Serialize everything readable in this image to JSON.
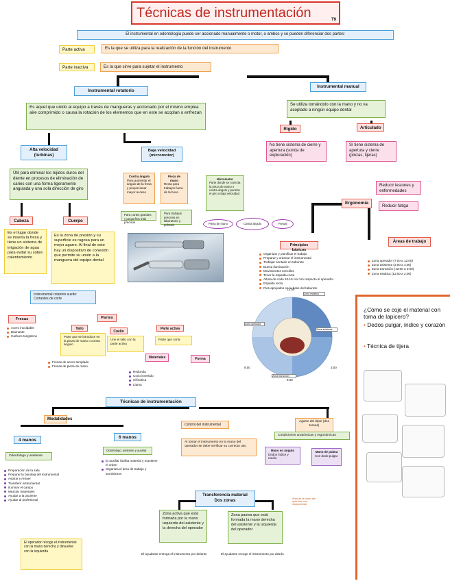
{
  "title": "Técnicas de instrumentación",
  "title_tag": "T9",
  "intro": "El instrumental en odontología puede ser accionado manualmente o motor, o ambos y se pueden diferenciar dos partes:",
  "parts": {
    "active_label": "Parte activa",
    "active_text": "Es la que se utiliza para la realización de la función del instrumento",
    "inactive_label": "Parte inactiva",
    "inactive_text": "Es la que sirve para sujetar el instrumento"
  },
  "rotary": {
    "title": "Instrumental rotatorio",
    "definition": "Es aquel que unido al equipo a través de mangueras y accionado por el mismo emplea aire comprimido o causa la rotación de los elementos que en este se acoplan o enfrezan",
    "high_speed_title": "Alta velocidad (turbinas)",
    "high_speed_text": "Útil para eliminar los tejidos duros del diente en procesos de eliminación de caries con una forma ligeramente angulada y una sola dirección de giro",
    "low_speed_title": "Baja velocidad (micromotor)",
    "head_title": "Cabeza",
    "head_text": "Es el lugar donde se inserta la fresa y tiene un sistema de irrigación de agua para evitar su sobre calentamiento",
    "body_title": "Cuerpo",
    "body_text": "Es la zona de presión y su superficie es rugosa para un mejor agarre. Al final de este hay un dispositivo de conexión que permite su unión a la manguera del equipo dental",
    "contra_title": "Contra ángulo",
    "contra_text": "Para aumentar el ángulo de la fresa y proporcionar mayor acceso",
    "straight_title": "Pieza de mano",
    "straight_text": "Recta para trabajos fuera de la boca",
    "micromotor_title": "Micromotor",
    "micromotor_text": "Parte donde se conecta la pieza de mano o contra ángulo y permite el giro a baja velocidad",
    "note_left": "Para cortes grandes y pequeños más precisos",
    "note_right": "Para trabajos precisos en laboratorio y prótesis",
    "oval1": "Pieza de mano",
    "oval2": "Contra ángulo",
    "oval3": "Fresas"
  },
  "manual": {
    "title": "Instrumental manual",
    "definition": "Se utiliza tomándolo con la mano y no va acoplado a ningún equipo dental",
    "rigid_title": "Rígido",
    "rigid_text": "No tiene sistema de cierre y apertura (sonda de exploración)",
    "articulated_title": "Articulado",
    "articulated_text": "Sí tiene sistema de apertura y cierre (pinzas, tijeras)"
  },
  "ergonomics": {
    "title": "Ergonomía",
    "goal1": "Reducir lesiones y enfermedades",
    "goal2": "Reducir fatiga",
    "work_areas_title": "Áreas de trabajo",
    "principles_title": "Principios básicos",
    "principles": [
      "Organizar y planificar el trabajo",
      "Preparar y ordenar el instrumental",
      "Trabajar sentado en taburete",
      "Buena iluminación",
      "Movimientos sencillos",
      "Tener la espalda recta",
      "Altura de codo 10-15 cm con respecto al operador",
      "Espalda recta",
      "Pies apoyados en la base del taburete"
    ],
    "areas": [
      "Zona operador (7:00 a 12:00)",
      "Zona asistente (2:00 a 4:00)",
      "Zona transición (12:00 a 2:00)",
      "Zona estática (12:00 a 2:00)"
    ],
    "clock_labels": [
      "12:00",
      "3:00",
      "6:00",
      "9:00"
    ],
    "clock_zones": [
      "Zona estática",
      "Zona asistente",
      "Zona transición",
      "Zona operador"
    ]
  },
  "instruments_group": {
    "title": "Instrumental rotatorio suelto: Cortantes de corte",
    "drills_title": "Fresas",
    "drills_items": [
      "Acero inoxidable",
      "Diamante",
      "Carburo tungsteno"
    ],
    "parts_title": "Partes",
    "shank_title": "Tallo",
    "shank_text": "Parte que se introduce en la pieza de mano o contra ángulo",
    "neck_title": "Cuello",
    "neck_text": "Une el tallo con la parte activa",
    "active_title": "Parte activa",
    "active_text": "Parte que corta",
    "materials": "Materiales",
    "shape": "Forma",
    "shank_items": [
      "Fresas de acero templado",
      "Fresas de pieza de mano"
    ],
    "shape_items": [
      "Redonda",
      "Cono invertido",
      "Cilíndrica",
      "Llama"
    ]
  },
  "techniques": {
    "title": "Técnicas de instrumentación",
    "four_hand": "4 manos",
    "six_hand": "6 manos",
    "modes": "Modalidades",
    "four_sub": "Odontólogo y asistente",
    "six_sub": "Odontólogo, asistente y auxiliar",
    "four_list": [
      "Preparación de la sala",
      "Preparar la bandeja del instrumental",
      "Aspirar y retraer",
      "Transferir instrumental",
      "Iluminar el campo",
      "Mezclar materiales",
      "Ayudar a la paciente",
      "Ayudar al profesional"
    ],
    "six_list": [
      "El auxiliar facilita material y mantiene el orden",
      "Organiza el área de trabajo y suministros"
    ],
    "control_title": "Control del instrumental",
    "control_text": "Al tomar el instrumento en la mano del operador se debe verificar su correcto uso",
    "grip_title": "Agarre del lápiz (dos tomas)",
    "grip_sub": "Condiciones anatómicas y ergonómicas",
    "grip_a": "Mano en ángulo",
    "grip_a_text": "Dedos índice y medio",
    "grip_b": "Mano de palma",
    "grip_b_text": "Con dedo pulgar",
    "transfer_title": "Transferencia material",
    "transfer_sub": "Dos zonas",
    "zone_active": "Zona activa que está formada por la mano izquierda del asistente y la derecha del operador",
    "zone_passive": "Zona pasiva que está formada la mano derecha del asistente y la izquierda del operador",
    "zone_active_note": "El ayudante entrega el instrumento por delante",
    "zone_passive_note": "El ayudante recoge el instrumento por detrás",
    "left_note": "El operador recoge el instrumental con la mano derecha y devuelve con la izquierda",
    "orange_note": "Área de la mano del operador con instrumental"
  },
  "grip": {
    "question": "¿Cómo se coje el material con toma de lapicero?",
    "answer": "Dedos pulgar, índice y corazón",
    "technique": "Técnica de tijera"
  }
}
